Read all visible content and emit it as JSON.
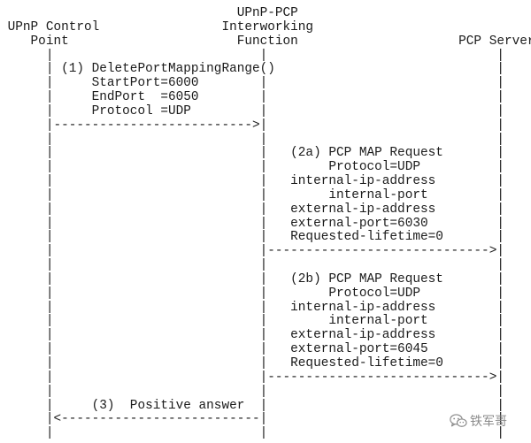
{
  "diagram": {
    "lines": [
      "                               UPnP-PCP",
      " UPnP Control                Interworking",
      "    Point                      Function                     PCP Server",
      "      |                           |                              |",
      "      | (1) DeletePortMappingRange()                             |",
      "      |     StartPort=6000        |                              |",
      "      |     EndPort  =6050        |                              |",
      "      |     Protocol =UDP         |                              |",
      "      |-------------------------->|                              |",
      "      |                           |                              |",
      "      |                           |   (2a) PCP MAP Request       |",
      "      |                           |        Protocol=UDP          |",
      "      |                           |   internal-ip-address        |",
      "      |                           |        internal-port         |",
      "      |                           |   external-ip-address        |",
      "      |                           |   external-port=6030         |",
      "      |                           |   Requested-lifetime=0       |",
      "      |                           |----------------------------->|",
      "      |                           |                              |",
      "      |                           |   (2b) PCP MAP Request       |",
      "      |                           |        Protocol=UDP          |",
      "      |                           |   internal-ip-address        |",
      "      |                           |        internal-port         |",
      "      |                           |   external-ip-address        |",
      "      |                           |   external-port=6045         |",
      "      |                           |   Requested-lifetime=0       |",
      "      |                           |----------------------------->|",
      "      |                           |                              |",
      "      |     (3)  Positive answer  |                              |",
      "      |<--------------------------|                              |",
      "      |                           |                              |"
    ]
  },
  "watermark": {
    "icon": "wechat-icon",
    "text": "铁军哥"
  }
}
